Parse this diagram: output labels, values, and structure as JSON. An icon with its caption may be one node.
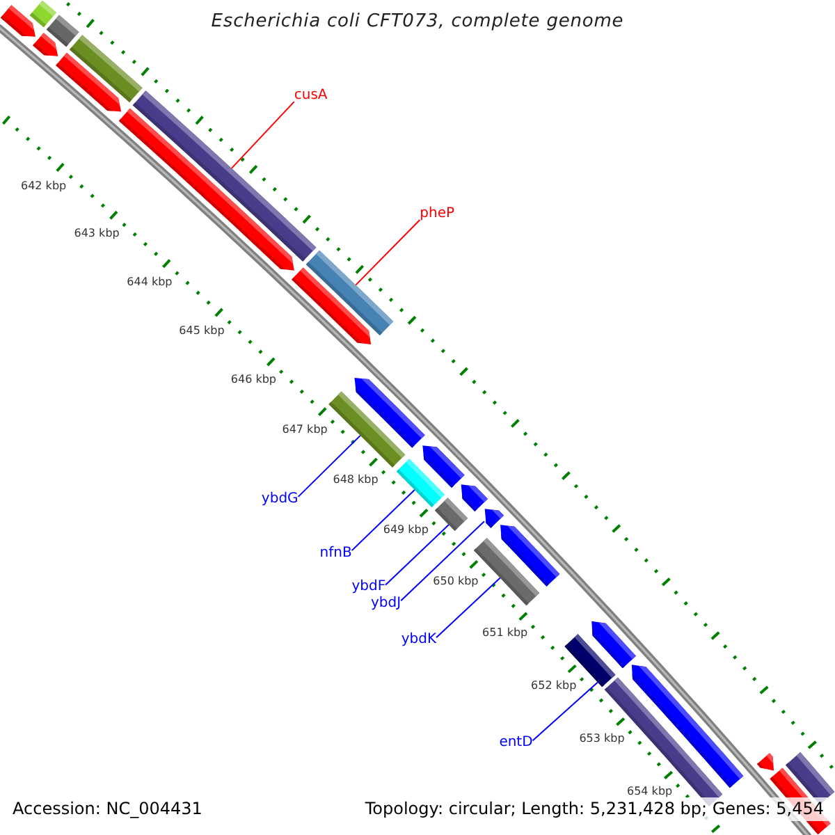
{
  "diagram": {
    "title": "Escherichia coli CFT073, complete genome",
    "nodes": [
      {
        "text": [],
        "shape": "bar"
      },
      {
        "text": [],
        "shape": "arrow"
      },
      {
        "text": [],
        "shape": "bar"
      },
      {
        "text": [],
        "shape": "arrow"
      },
      {
        "text": [],
        "shape": "bar"
      },
      {
        "text": [],
        "shape": "arrow"
      },
      {
        "text": [
          "cusA"
        ]
      },
      {
        "text": [],
        "shape": "bar"
      },
      {
        "text": [],
        "shape": "arrow"
      },
      {
        "text": [
          "pheP"
        ]
      },
      {
        "text": [],
        "shape": "bar"
      },
      {
        "text": [],
        "shape": "arrow"
      },
      {
        "text": [
          "ybdG"
        ]
      },
      {
        "text": [],
        "shape": "bar"
      },
      {
        "text": [],
        "shape": "arrow"
      },
      {
        "text": [
          "nfnB"
        ]
      },
      {
        "text": [],
        "shape": "bar"
      },
      {
        "text": [],
        "shape": "arrow"
      },
      {
        "text": [
          "ybdF"
        ]
      },
      {
        "text": [],
        "shape": "bar"
      },
      {
        "text": [],
        "shape": "arrow"
      },
      {
        "text": [
          "ybdJ"
        ]
      },
      {
        "text": [],
        "shape": "arrow"
      },
      {
        "text": [
          "ybdK"
        ]
      },
      {
        "text": [],
        "shape": "bar"
      },
      {
        "text": [],
        "shape": "arrow"
      },
      {
        "text": [
          "entD"
        ]
      },
      {
        "text": [],
        "shape": "bar"
      },
      {
        "text": [],
        "shape": "arrow"
      },
      {
        "text": [],
        "shape": "bar"
      },
      {
        "text": [],
        "shape": "arrow"
      },
      {
        "text": [],
        "shape": "arrow"
      },
      {
        "text": [],
        "shape": "bar"
      },
      {
        "text": [],
        "shape": "arrow"
      }
    ],
    "edges": [
      {
        "from": 6,
        "to": 7,
        "arrow": "none",
        "color": "#ff0000"
      },
      {
        "from": 9,
        "to": 10,
        "arrow": "none",
        "color": "#ff0000"
      },
      {
        "from": 12,
        "to": 13,
        "arrow": "none"
      },
      {
        "from": 15,
        "to": 16,
        "arrow": "none"
      },
      {
        "from": 18,
        "to": 19,
        "arrow": "none"
      },
      {
        "from": 21,
        "to": 22,
        "arrow": "none"
      },
      {
        "from": 23,
        "to": 24,
        "arrow": "none"
      },
      {
        "from": 26,
        "to": 27,
        "arrow": "none"
      }
    ],
    "labels": [
      "642 kbp",
      "643 kbp",
      "644 kbp",
      "645 kbp",
      "646 kbp",
      "647 kbp",
      "648 kbp",
      "649 kbp",
      "650 kbp",
      "651 kbp",
      "652 kbp",
      "653 kbp",
      "654 kbp",
      "Accession: NC_004431",
      "Topology: circular; Length: 5,231,428 bp; Genes: 5,454"
    ]
  }
}
